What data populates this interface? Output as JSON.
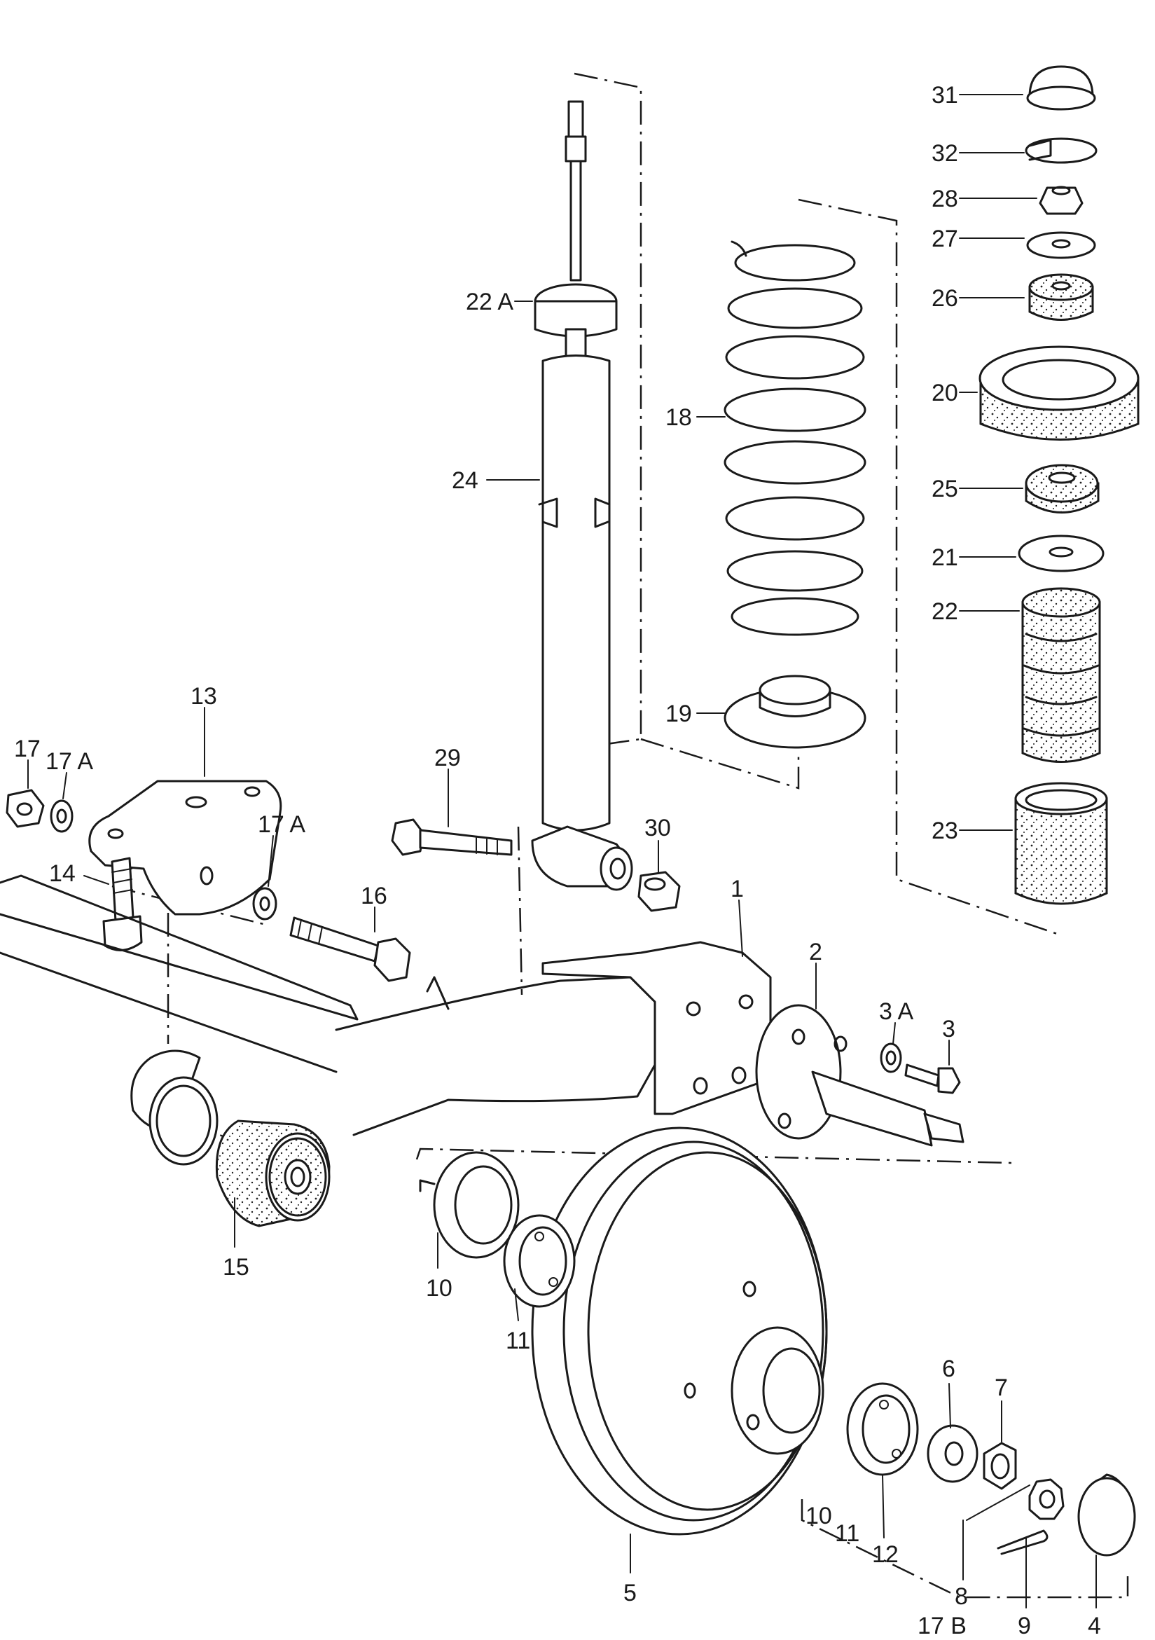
{
  "labels": {
    "l31": "31",
    "l32": "32",
    "l28": "28",
    "l27": "27",
    "l26": "26",
    "l20": "20",
    "l25": "25",
    "l21": "21",
    "l22": "22",
    "l23": "23",
    "l22a": "22 A",
    "l24": "24",
    "l18": "18",
    "l19": "19",
    "l13": "13",
    "l17": "17",
    "l17a_1": "17 A",
    "l17a_2": "17 A",
    "l14": "14",
    "l16": "16",
    "l29": "29",
    "l30": "30",
    "l1": "1",
    "l2": "2",
    "l3a": "3 A",
    "l3": "3",
    "l15": "15",
    "l10": "10",
    "l11": "11",
    "l5": "5",
    "l6": "6",
    "l7": "7",
    "l10b": "10",
    "l11b": "11",
    "l12": "12",
    "l8": "8",
    "l9": "9",
    "l4": "4",
    "l17b": "17 B"
  }
}
